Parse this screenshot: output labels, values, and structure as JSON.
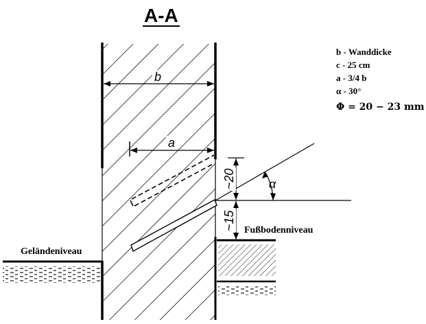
{
  "title": "A-A",
  "dimensions": {
    "b": "b",
    "a": "a",
    "h20": "~20",
    "h15": "~15",
    "alpha": "α"
  },
  "labels": {
    "gelaende": "Geländeniveau",
    "fussboden": "Fußbodenniveau"
  },
  "legend": [
    "b - Wanddicke",
    "c - 25 cm",
    "a - 3/4 b",
    "α - 30°",
    "Φ = 20 − 23 mm"
  ]
}
